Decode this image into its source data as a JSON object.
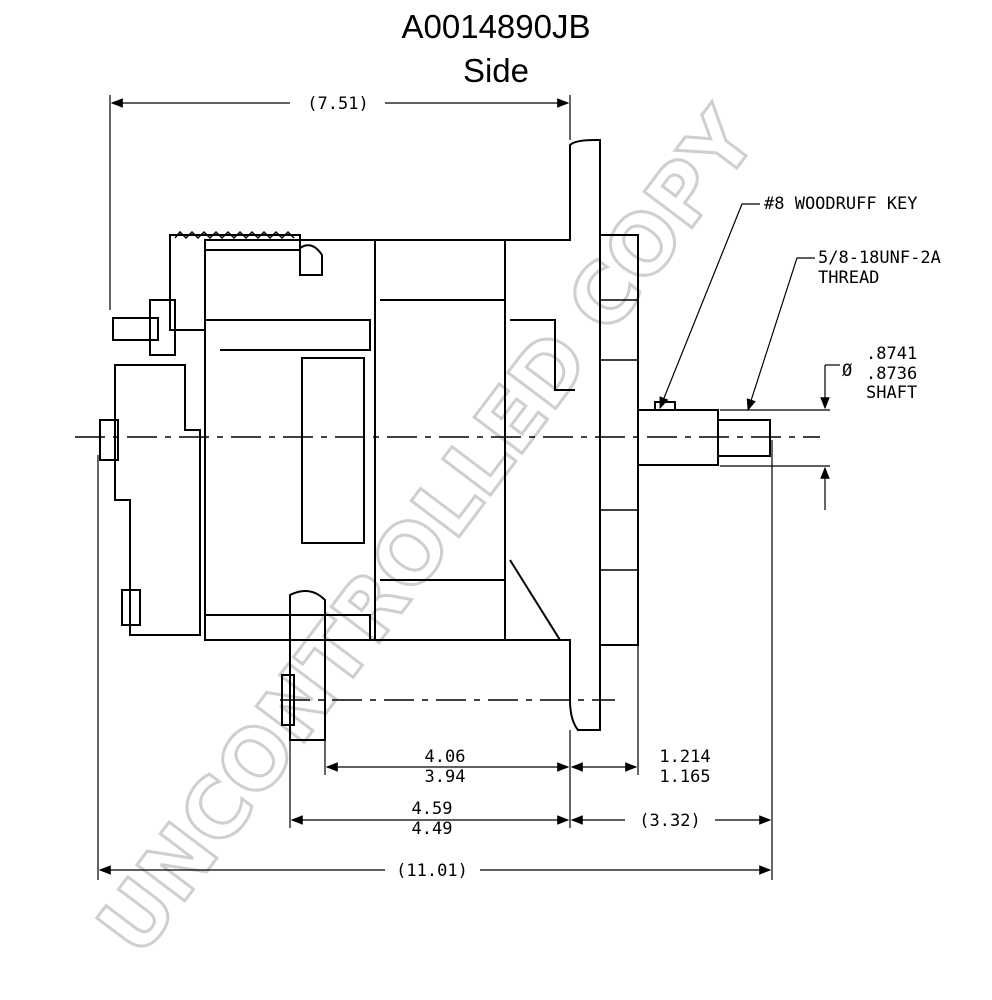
{
  "drawing": {
    "part_number": "A0014890JB",
    "view": "Side"
  },
  "callouts": {
    "woodruff_key": "#8 WOODRUFF KEY",
    "thread_line1": "5/8-18UNF-2A",
    "thread_line2": "THREAD",
    "shaft_dia_max": ".8741",
    "shaft_dia_min": ".8736",
    "shaft_label": "SHAFT",
    "diameter_symbol": "Ø"
  },
  "dimensions": {
    "overall_top": "(7.51)",
    "mount_a_max": "4.06",
    "mount_a_min": "3.94",
    "flange_max": "1.214",
    "flange_min": "1.165",
    "mount_b_max": "4.59",
    "mount_b_min": "4.49",
    "shaft_ext": "(3.32)",
    "overall_bottom": "(11.01)"
  },
  "watermark": "UNCONTROLLED COPY",
  "colors": {
    "line": "#000000",
    "watermark": "#cfcfcf"
  }
}
